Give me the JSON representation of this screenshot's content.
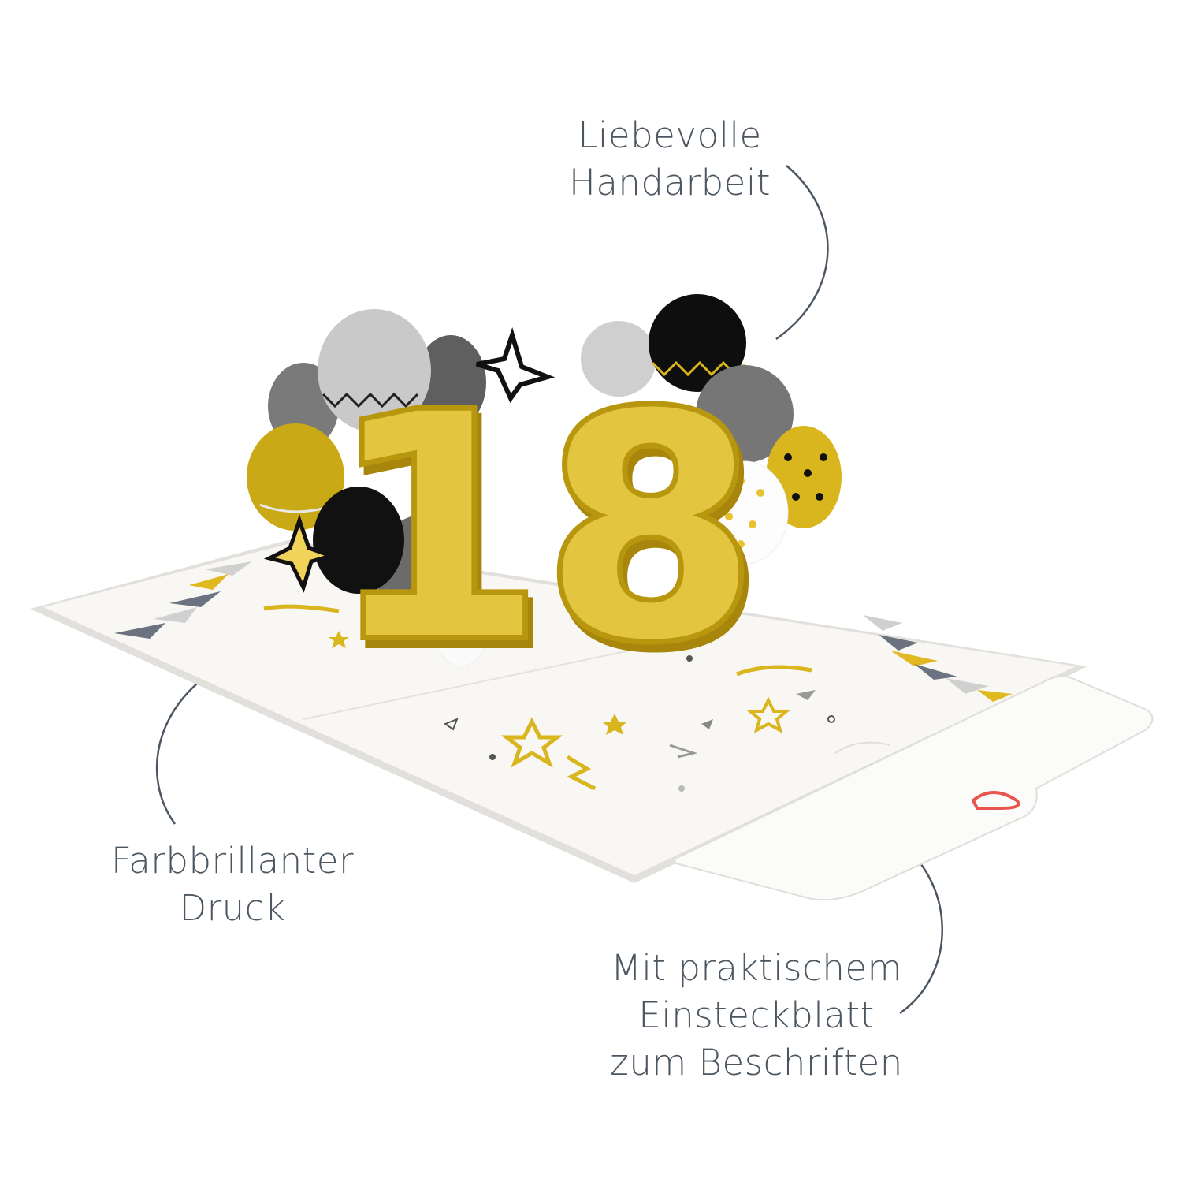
{
  "colors": {
    "text": "#4b5661",
    "line": "#4b5661",
    "gold": "#d9b51e",
    "dark_gold": "#a8860c",
    "silver": "#c9c9c9",
    "grey": "#7a7a7a",
    "black": "#111111",
    "card": "#f7f6f3",
    "heart": "#e8554e"
  },
  "annotations": {
    "top": {
      "line1": "Liebevolle",
      "line2": "Handarbeit"
    },
    "left": {
      "line1": "Farbbrillanter",
      "line2": "Druck"
    },
    "bottom": {
      "line1": "Mit praktischem",
      "line2": "Einsteckblatt",
      "line3": "zum Beschriften"
    }
  },
  "illustration": {
    "number": "18",
    "icons": [
      "balloon-icon",
      "star-icon",
      "heart-logo-icon",
      "bunting-icon",
      "confetti-icon"
    ]
  }
}
